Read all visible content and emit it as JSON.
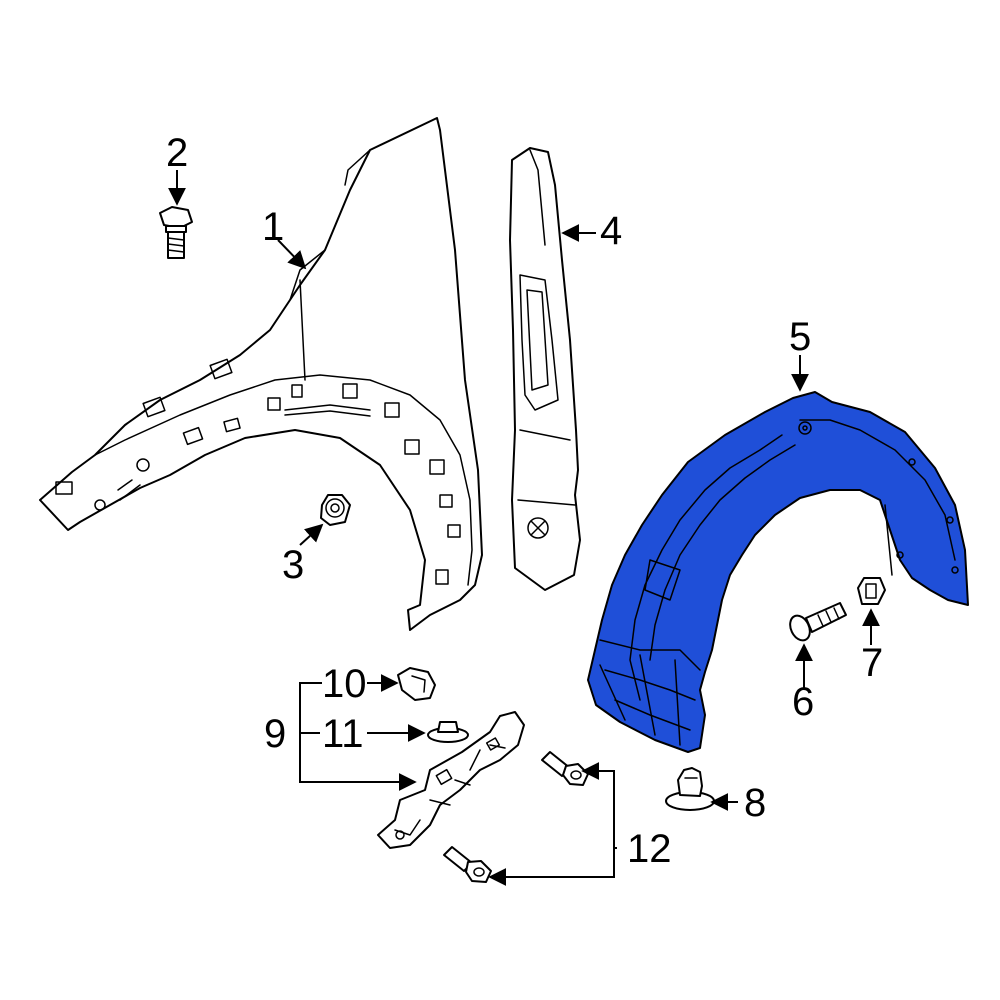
{
  "colors": {
    "highlight": "#1f4fd8",
    "line": "#000000",
    "background": "#ffffff"
  },
  "callouts": {
    "c1": "1",
    "c2": "2",
    "c3": "3",
    "c4": "4",
    "c5": "5",
    "c6": "6",
    "c7": "7",
    "c8": "8",
    "c9": "9",
    "c10": "10",
    "c11": "11",
    "c12": "12"
  },
  "highlighted_part": "5"
}
